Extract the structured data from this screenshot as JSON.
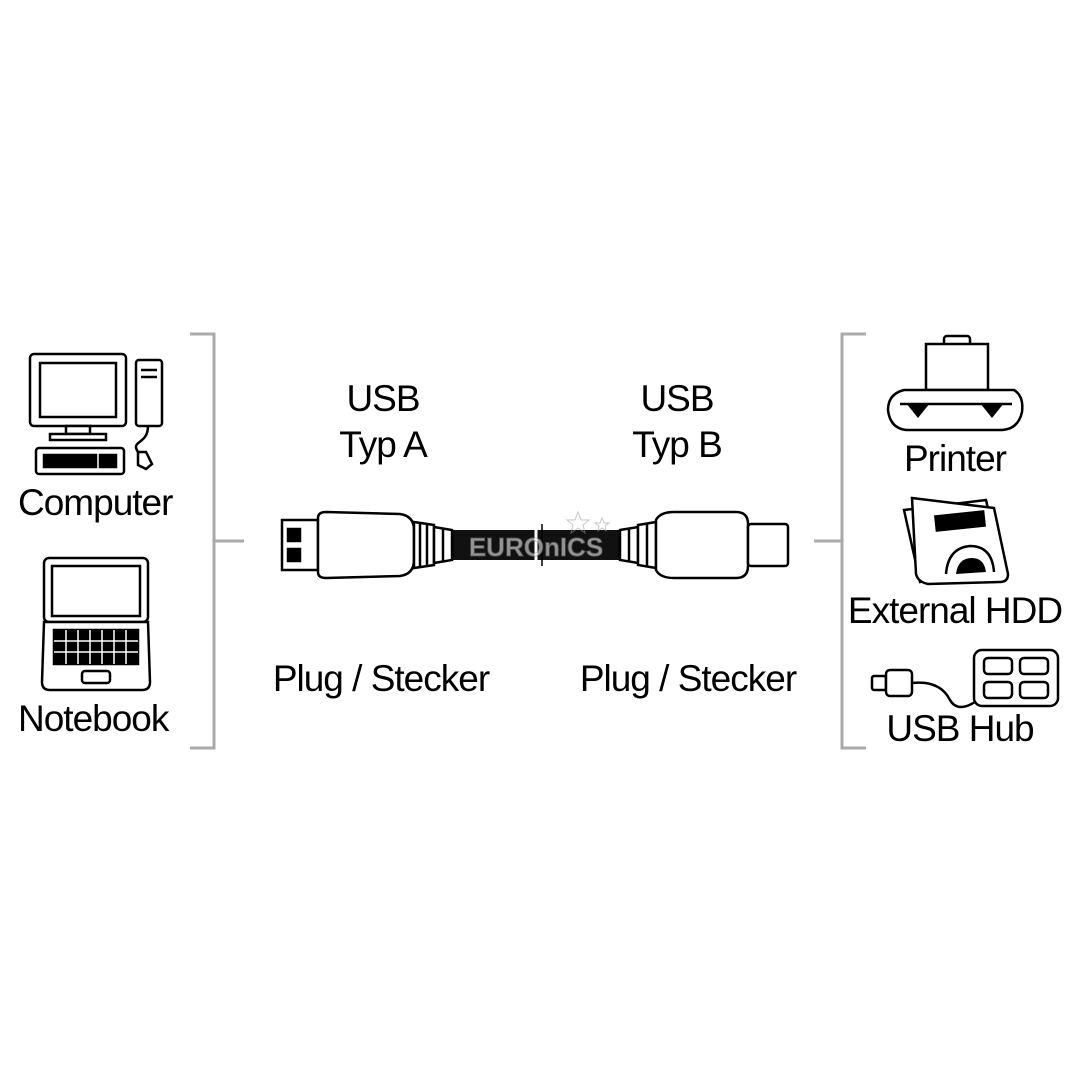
{
  "left_devices": [
    {
      "label": "Computer",
      "icon": "desktop-computer-icon"
    },
    {
      "label": "Notebook",
      "icon": "notebook-icon"
    }
  ],
  "right_devices": [
    {
      "label": "Printer",
      "icon": "printer-icon"
    },
    {
      "label": "External HDD",
      "icon": "external-hdd-icon"
    },
    {
      "label": "USB Hub",
      "icon": "usb-hub-icon"
    }
  ],
  "connector_a": {
    "line1": "USB",
    "line2": "Typ A",
    "gender": "Plug / Stecker",
    "icon": "usb-type-a-plug-icon"
  },
  "connector_b": {
    "line1": "USB",
    "line2": "Typ B",
    "gender": "Plug / Stecker",
    "icon": "usb-type-b-plug-icon"
  },
  "watermark": "EUROnICS",
  "colors": {
    "line": "#000000",
    "plug_fill": "#ffffff",
    "cable": "#111111",
    "bracket": "#aaaaaa"
  }
}
